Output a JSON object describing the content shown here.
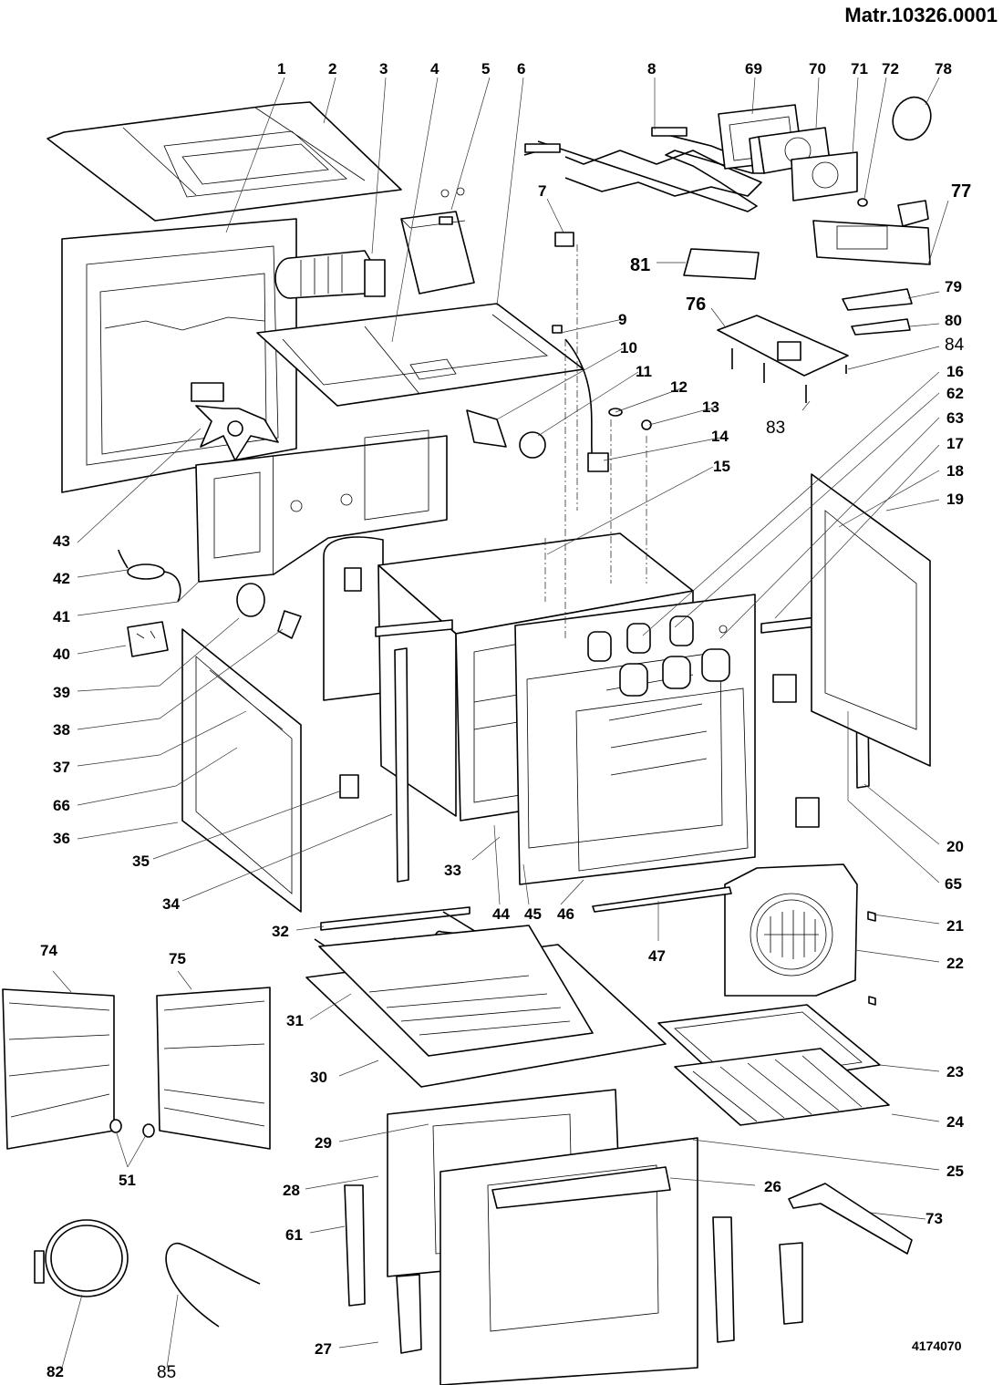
{
  "header": {
    "matr_code": "Matr.10326.0001"
  },
  "footer": {
    "drawing_number": "4174070"
  },
  "diagram": {
    "type": "exploded-parts-view",
    "subject": "built-in oven",
    "callouts": [
      {
        "id": "c1",
        "label": "1"
      },
      {
        "id": "c2",
        "label": "2"
      },
      {
        "id": "c3",
        "label": "3"
      },
      {
        "id": "c4",
        "label": "4"
      },
      {
        "id": "c5",
        "label": "5"
      },
      {
        "id": "c6",
        "label": "6"
      },
      {
        "id": "c7",
        "label": "7"
      },
      {
        "id": "c8",
        "label": "8"
      },
      {
        "id": "c9",
        "label": "9"
      },
      {
        "id": "c10",
        "label": "10"
      },
      {
        "id": "c11",
        "label": "11"
      },
      {
        "id": "c12",
        "label": "12"
      },
      {
        "id": "c13",
        "label": "13"
      },
      {
        "id": "c14",
        "label": "14"
      },
      {
        "id": "c15",
        "label": "15"
      },
      {
        "id": "c16",
        "label": "16"
      },
      {
        "id": "c17",
        "label": "17"
      },
      {
        "id": "c18",
        "label": "18"
      },
      {
        "id": "c19",
        "label": "19"
      },
      {
        "id": "c20",
        "label": "20"
      },
      {
        "id": "c21",
        "label": "21"
      },
      {
        "id": "c22",
        "label": "22"
      },
      {
        "id": "c23",
        "label": "23"
      },
      {
        "id": "c24",
        "label": "24"
      },
      {
        "id": "c25",
        "label": "25"
      },
      {
        "id": "c26",
        "label": "26"
      },
      {
        "id": "c27",
        "label": "27"
      },
      {
        "id": "c28",
        "label": "28"
      },
      {
        "id": "c29",
        "label": "29"
      },
      {
        "id": "c30",
        "label": "30"
      },
      {
        "id": "c31",
        "label": "31"
      },
      {
        "id": "c32",
        "label": "32"
      },
      {
        "id": "c33",
        "label": "33"
      },
      {
        "id": "c34",
        "label": "34"
      },
      {
        "id": "c35",
        "label": "35"
      },
      {
        "id": "c36",
        "label": "36"
      },
      {
        "id": "c37",
        "label": "37"
      },
      {
        "id": "c38",
        "label": "38"
      },
      {
        "id": "c39",
        "label": "39"
      },
      {
        "id": "c40",
        "label": "40"
      },
      {
        "id": "c41",
        "label": "41"
      },
      {
        "id": "c42",
        "label": "42"
      },
      {
        "id": "c43",
        "label": "43"
      },
      {
        "id": "c44",
        "label": "44"
      },
      {
        "id": "c45",
        "label": "45"
      },
      {
        "id": "c46",
        "label": "46"
      },
      {
        "id": "c47",
        "label": "47"
      },
      {
        "id": "c51",
        "label": "51"
      },
      {
        "id": "c61",
        "label": "61"
      },
      {
        "id": "c62",
        "label": "62"
      },
      {
        "id": "c63",
        "label": "63"
      },
      {
        "id": "c65",
        "label": "65"
      },
      {
        "id": "c66",
        "label": "66"
      },
      {
        "id": "c69",
        "label": "69"
      },
      {
        "id": "c70",
        "label": "70"
      },
      {
        "id": "c71",
        "label": "71"
      },
      {
        "id": "c72",
        "label": "72"
      },
      {
        "id": "c73",
        "label": "73"
      },
      {
        "id": "c74",
        "label": "74"
      },
      {
        "id": "c75",
        "label": "75"
      },
      {
        "id": "c76",
        "label": "76"
      },
      {
        "id": "c77",
        "label": "77"
      },
      {
        "id": "c78",
        "label": "78"
      },
      {
        "id": "c79",
        "label": "79"
      },
      {
        "id": "c80",
        "label": "80"
      },
      {
        "id": "c81",
        "label": "81"
      },
      {
        "id": "c82",
        "label": "82"
      },
      {
        "id": "c83",
        "label": "83"
      },
      {
        "id": "c84",
        "label": "84"
      },
      {
        "id": "c85",
        "label": "85"
      }
    ]
  }
}
